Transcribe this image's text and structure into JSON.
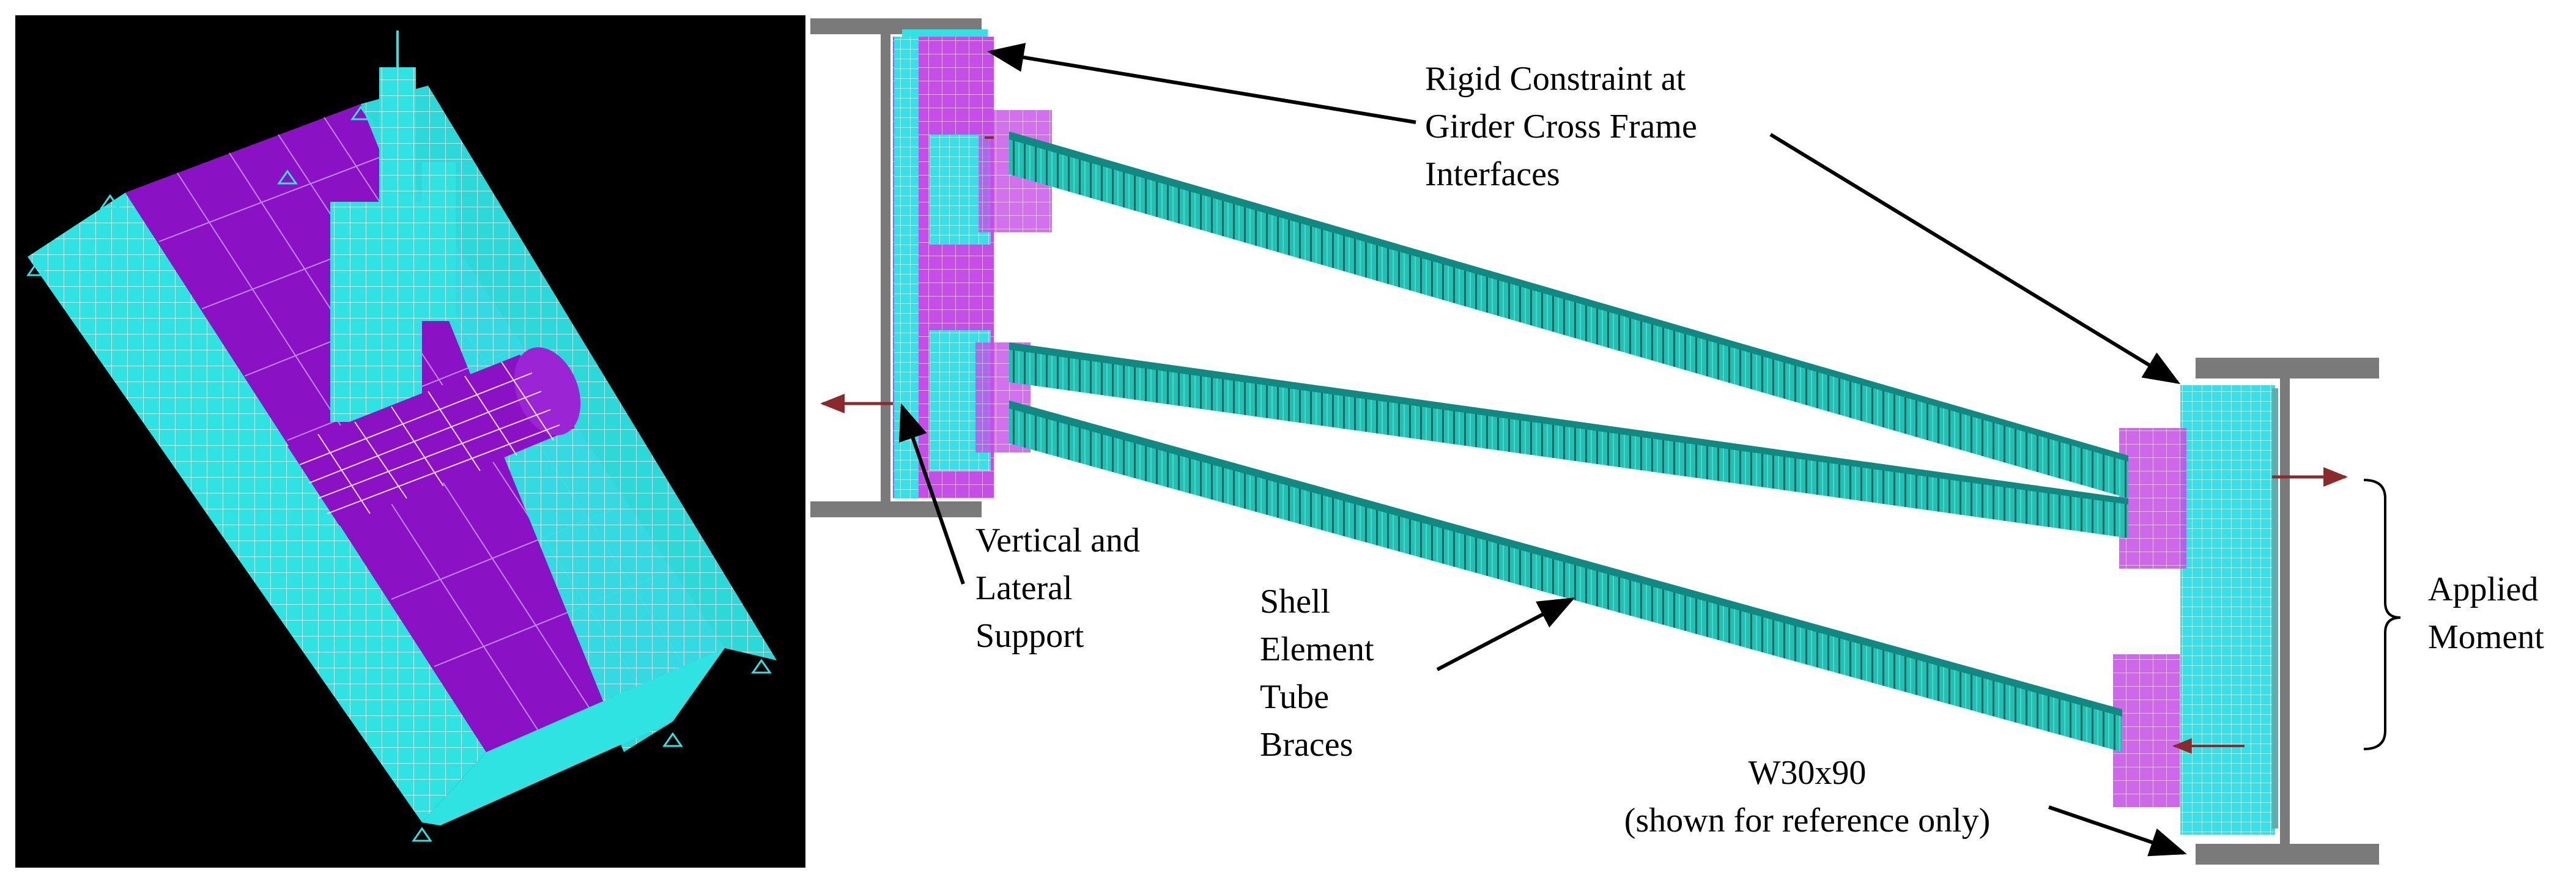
{
  "annotations": {
    "rigid_constraint": [
      "Rigid Constraint at",
      "Girder Cross Frame",
      "Interfaces"
    ],
    "vertical_lateral_support": [
      "Vertical and",
      "Lateral",
      "Support"
    ],
    "shell_element": [
      "Shell",
      "Element",
      "Tube",
      "Braces"
    ],
    "applied_moment": [
      "Applied",
      "Moment"
    ],
    "w_section": [
      "W30x90",
      "(shown for reference only)"
    ]
  },
  "colors": {
    "background_panel": "#000000",
    "mesh_cyan": "#2ee0e0",
    "mesh_magenta": "#c84ce6",
    "mesh_purple": "#8a12c4",
    "brace_teal": "#1eb8ad",
    "girder_gray": "#7a7a7a",
    "moment_arrow": "#8b2a2a"
  }
}
